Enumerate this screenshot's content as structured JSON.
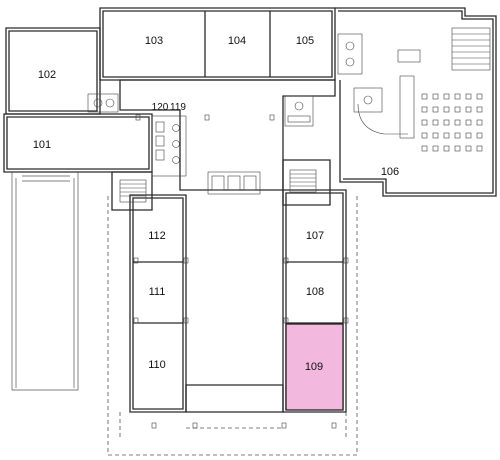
{
  "plan": {
    "highlighted_room": "109",
    "highlight_color": "#f2b8de",
    "rooms": [
      {
        "id": "101",
        "label": "101"
      },
      {
        "id": "102",
        "label": "102"
      },
      {
        "id": "103",
        "label": "103"
      },
      {
        "id": "104",
        "label": "104"
      },
      {
        "id": "105",
        "label": "105"
      },
      {
        "id": "106",
        "label": "106"
      },
      {
        "id": "107",
        "label": "107"
      },
      {
        "id": "108",
        "label": "108"
      },
      {
        "id": "109",
        "label": "109"
      },
      {
        "id": "110",
        "label": "110"
      },
      {
        "id": "111",
        "label": "111"
      },
      {
        "id": "112",
        "label": "112"
      },
      {
        "id": "119",
        "label": "119"
      },
      {
        "id": "120",
        "label": "120"
      }
    ]
  }
}
